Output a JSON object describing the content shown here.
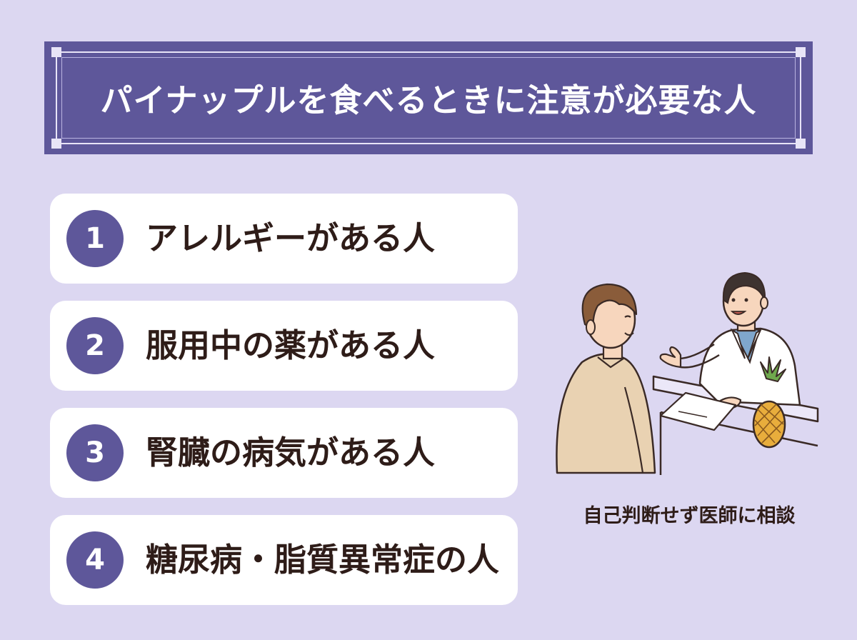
{
  "title": "パイナップルを食べるときに注意が必要な人",
  "items": [
    {
      "number": "1",
      "label": "アレルギーがある人"
    },
    {
      "number": "2",
      "label": "服用中の薬がある人"
    },
    {
      "number": "3",
      "label": "腎臓の病気がある人"
    },
    {
      "number": "4",
      "label": "糖尿病・脂質異常症の人"
    }
  ],
  "caption": "自己判断せず医師に相談",
  "colors": {
    "background": "#dcd7f1",
    "accent": "#5e579a",
    "text": "#2e1c18",
    "card": "#ffffff"
  }
}
